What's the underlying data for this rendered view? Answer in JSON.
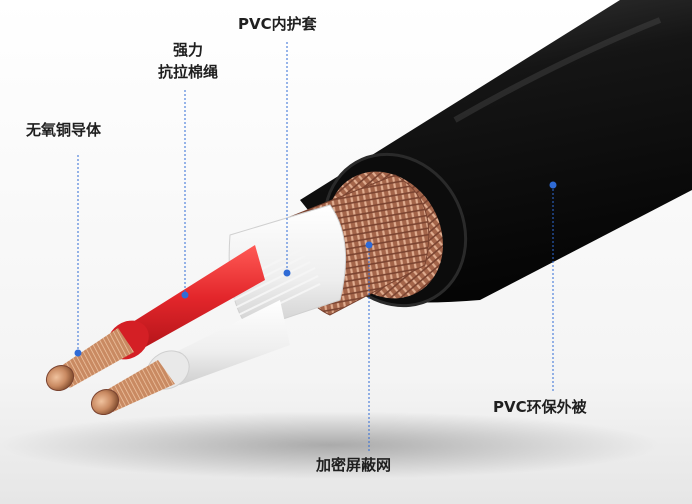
{
  "callouts": {
    "copper_conductor": "无氧铜导体",
    "strength_cord_line1": "强力",
    "strength_cord_line2": "抗拉棉绳",
    "pvc_inner_sheath": "PVC内护套",
    "shield_mesh": "加密屏蔽网",
    "pvc_outer_jacket": "PVC环保外被"
  },
  "colors": {
    "leader_line": "#2f6bd6",
    "jacket": "#101010",
    "copper_braid": "#b9785a",
    "red_insulation": "#e3262b",
    "white_insulation": "#f2f2f2",
    "copper_core": "#c98a62"
  }
}
